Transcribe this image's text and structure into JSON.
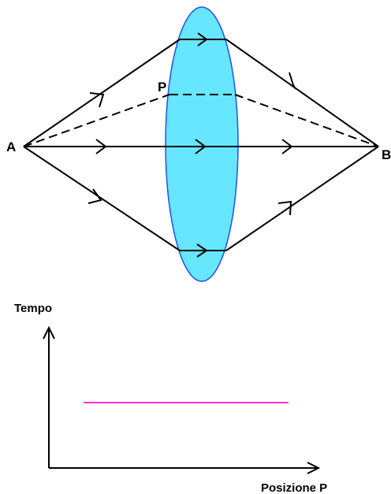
{
  "labels": {
    "point_a": "A",
    "point_b": "B",
    "point_p": "P",
    "y_axis": "Tempo",
    "x_axis": "Posizione P"
  },
  "colors": {
    "lens_fill": "#66E6FF",
    "lens_stroke": "#1E4EFF",
    "ray": "#000000",
    "time_line": "#FF33CC"
  },
  "diagram": {
    "rays": [
      {
        "name": "upper-ray",
        "style": "solid"
      },
      {
        "name": "p-ray",
        "style": "dashed"
      },
      {
        "name": "axis-ray",
        "style": "solid"
      },
      {
        "name": "lower-ray",
        "style": "solid"
      }
    ]
  },
  "graph": {
    "line_description_value": "constant"
  }
}
